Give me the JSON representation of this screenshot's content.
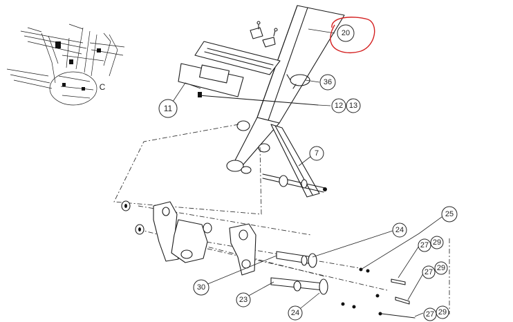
{
  "callouts": {
    "c20": "20",
    "c36": "36",
    "c11": "11",
    "c12": "12",
    "c13": "13",
    "c7": "7",
    "c25": "25",
    "c24a": "24",
    "c24b": "24",
    "c27a": "27",
    "c29a": "29",
    "c27b": "27",
    "c29b": "29",
    "c27c": "27",
    "c29c": "29",
    "c30": "30",
    "c23": "23",
    "detail": "C"
  },
  "highlight_color": "#d42020"
}
